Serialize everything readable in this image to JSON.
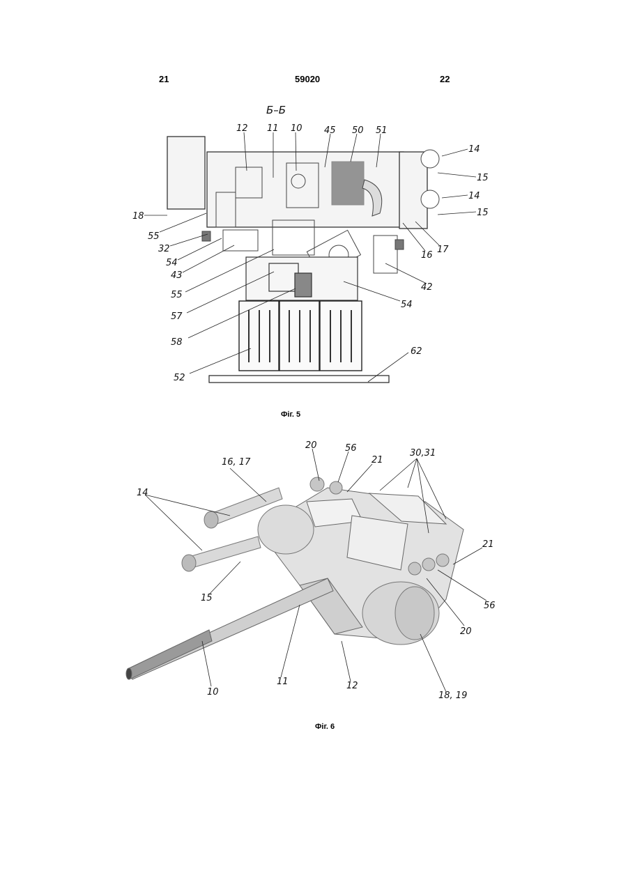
{
  "header": {
    "left_page": "21",
    "patent_number": "59020",
    "right_page": "22"
  },
  "figure5": {
    "section_label": "Б–Б",
    "caption": "Фіг. 5",
    "callouts": [
      "12",
      "11",
      "10",
      "45",
      "50",
      "51",
      "14",
      "15",
      "14",
      "15",
      "18",
      "55",
      "32",
      "54",
      "43",
      "55",
      "57",
      "58",
      "52",
      "16",
      "17",
      "42",
      "54",
      "62"
    ]
  },
  "figure6": {
    "caption": "Фіг. 6",
    "callouts": [
      "20",
      "56",
      "21",
      "30,31",
      "16, 17",
      "14",
      "15",
      "21",
      "56",
      "20",
      "10",
      "11",
      "12",
      "18, 19"
    ]
  }
}
